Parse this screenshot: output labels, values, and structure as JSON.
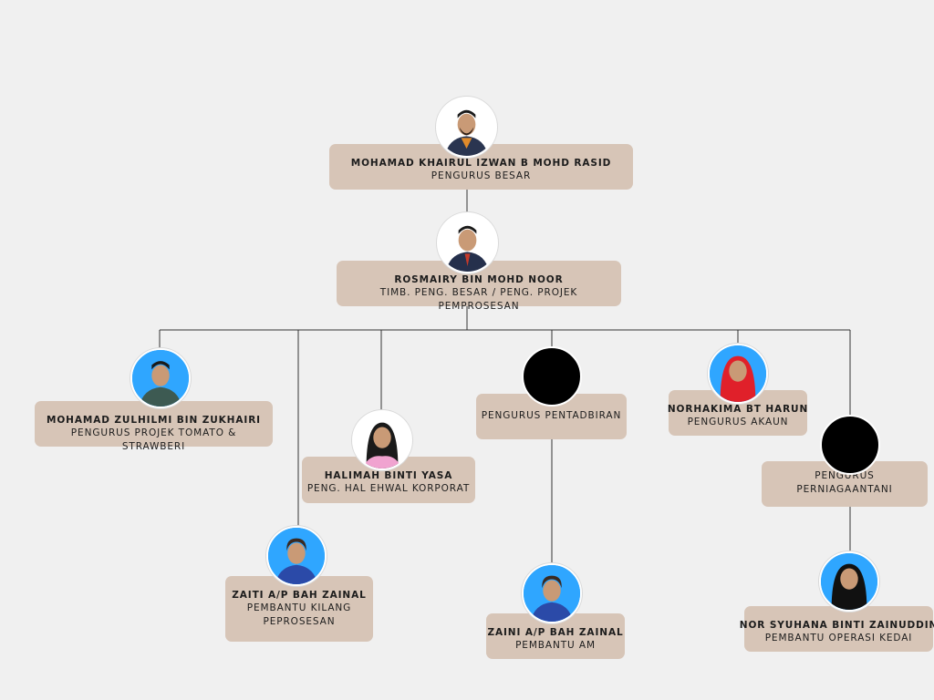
{
  "colors": {
    "background": "#f0f0f0",
    "card": "#d7c5b7",
    "line": "#333333",
    "placeholder_avatar": "#000000"
  },
  "people": [
    {
      "id": "pengurus-besar",
      "name": "MOHAMAD KHAIRUL IZWAN B MOHD RASID",
      "role": "PENGURUS BESAR",
      "photo": "man-beard-icon",
      "bg": "#ffffff"
    },
    {
      "id": "timb-pengurus",
      "name": "ROSMAIRY BIN MOHD NOOR",
      "role": "TIMB. PENG. BESAR / PENG. PROJEK PEMPROSESAN",
      "photo": "man-suit-icon",
      "bg": "#ffffff"
    },
    {
      "id": "projek-tomato",
      "name": "MOHAMAD ZULHILMI BIN ZUKHAIRI",
      "role": "PENGURUS PROJEK TOMATO & STRAWBERI",
      "photo": "man-icon",
      "bg": "#2fa6ff"
    },
    {
      "id": "hal-ehwal",
      "name": "HALIMAH BINTI YASA",
      "role": "PENG. HAL EHWAL KORPORAT",
      "photo": "woman-hijab-icon",
      "bg": "#ffffff"
    },
    {
      "id": "pembantu-kilang",
      "name": "ZAITI A/P BAH ZAINAL",
      "role": "PEMBANTU KILANG PEPROSESAN",
      "photo": "woman-icon",
      "bg": "#2fa6ff"
    },
    {
      "id": "pentadbiran",
      "name": "",
      "role": "PENGURUS PENTADBIRAN",
      "photo": "placeholder",
      "bg": "#000000"
    },
    {
      "id": "pembantu-am",
      "name": "ZAINI A/P BAH ZAINAL",
      "role": "PEMBANTU AM",
      "photo": "woman-icon",
      "bg": "#2fa6ff"
    },
    {
      "id": "akaun",
      "name": "NORHAKIMA BT HARUN",
      "role": "PENGURUS AKAUN",
      "photo": "woman-red-hijab-icon",
      "bg": "#2fa6ff"
    },
    {
      "id": "perniagaantani",
      "name": "",
      "role": "PENGURUS PERNIAGAANTANI",
      "photo": "placeholder",
      "bg": "#000000"
    },
    {
      "id": "operasi-kedai",
      "name": "NOR SYUHANA BINTI ZAINUDDIN",
      "role": "PEMBANTU OPERASI KEDAI",
      "photo": "woman-black-hijab-icon",
      "bg": "#2fa6ff"
    }
  ]
}
